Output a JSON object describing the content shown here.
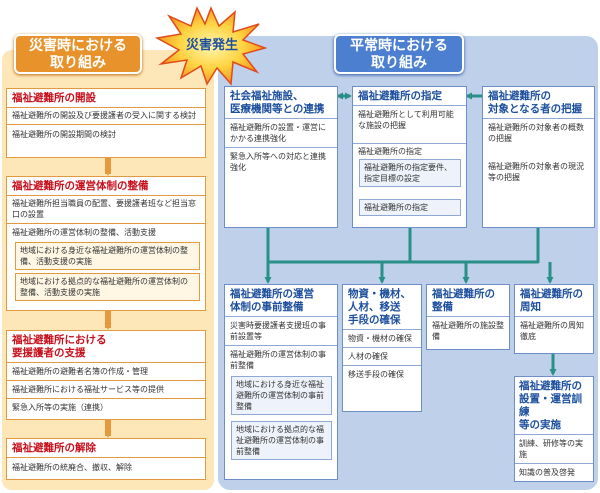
{
  "colors": {
    "disaster_orange": "#e8922b",
    "normal_blue": "#4c7fcf",
    "title_red": "#c8101d",
    "title_blue": "#1d4f9e",
    "connector_teal": "#2a8f86"
  },
  "banners": {
    "disaster": [
      "災害時における",
      "取り組み"
    ],
    "normal": [
      "平常時における",
      "取り組み"
    ],
    "burst": "災害発生"
  },
  "left": {
    "open": {
      "title": "福祉避難所の開設",
      "items": [
        "福祉避難所の開設及び要援護者の受入に関する検討",
        "福祉避難所の開設期間の検討"
      ]
    },
    "ops": {
      "title": "福祉避難所の運営体制の整備",
      "items": [
        "福祉避難所担当職員の配置、要援護者班など担当窓口の設置",
        "福祉避難所の運営体制の整備、活動支援"
      ],
      "sub": [
        "地域における身近な福祉避難所の運営体制の整備、活動支援の実施",
        "地域における拠点的な福祉避難所の運営体制の整備、活動支援の実施"
      ]
    },
    "support": {
      "title": [
        "福祉避難所における",
        "要援護者の支援"
      ],
      "items": [
        "福祉避難所の避難者名簿の作成・管理",
        "福祉避難所における福祉サービス等の提供",
        "緊急入所等の実施（連携）"
      ]
    },
    "close": {
      "title": "福祉避難所の解除",
      "items": [
        "福祉避難所の統廃合、撤収、解除"
      ]
    }
  },
  "right": {
    "welfare": {
      "title": [
        "社会福祉施設、",
        "医療機関等との連携"
      ],
      "items": [
        "福祉避難所の設置・運営にかかる連携強化",
        "緊急入所等への対応と連携強化"
      ]
    },
    "designate": {
      "title": "福祉避難所の指定",
      "items": [
        "福祉避難所として利用可能な施設の把握",
        "福祉避難所の指定"
      ],
      "sub": [
        "福祉避難所の指定要件、指定目標の設定"
      ],
      "last": "福祉避難所の指定"
    },
    "target": {
      "title": [
        "福祉避難所の",
        "対象となる者の把握"
      ],
      "items": [
        "福祉避難所の対象者の概数の把握",
        "福祉避難所の対象者の現況等の把握"
      ]
    },
    "prep": {
      "title": [
        "福祉避難所の運営",
        "体制の事前整備"
      ],
      "items": [
        "災害時要援護者支援班の事前設置等",
        "福祉避難所の運営体制の事前整備"
      ],
      "sub": [
        "地域における身近な福祉避難所の運営体制の事前整備",
        "地域における拠点的な福祉避難所の運営体制の事前整備"
      ]
    },
    "supplies": {
      "title": [
        "物資・機材、",
        "人材、移送",
        "手段の確保"
      ],
      "items": [
        "物資・機材の確保",
        "人材の確保",
        "移送手段の確保"
      ]
    },
    "facility": {
      "title": [
        "福祉避難所の",
        "整備"
      ],
      "items": [
        "福祉避難所の施設整備"
      ]
    },
    "notice": {
      "title": [
        "福祉避難所の",
        "周知"
      ],
      "items": [
        "福祉避難所の周知徹底"
      ]
    },
    "training": {
      "title": [
        "福祉避難所の",
        "設置・運営訓練",
        "等の実施"
      ],
      "items": [
        "訓練、研修等の実施",
        "知識の普及啓発"
      ]
    }
  }
}
